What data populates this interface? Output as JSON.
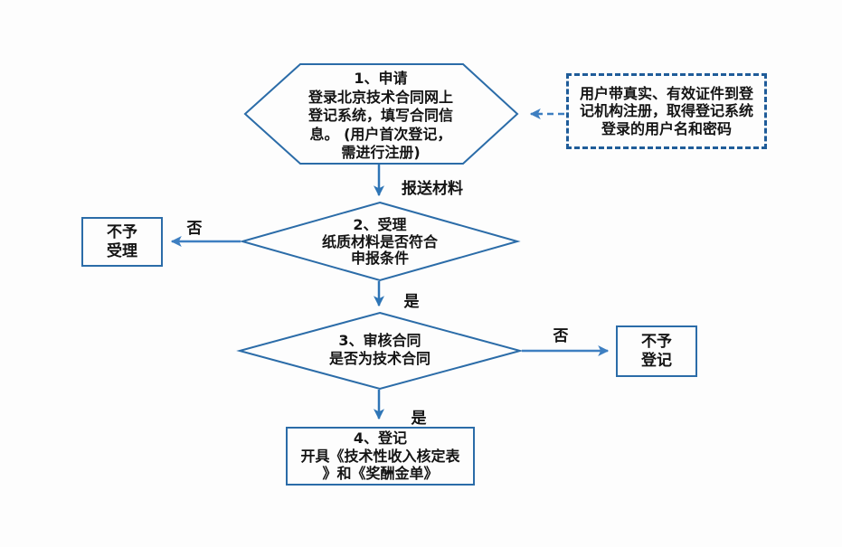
{
  "colors": {
    "shape_border": "#2b6ca8",
    "dashed_note_border": "#1f5c99",
    "arrow_blue": "#2e75b6",
    "arrow_light_blue": "#3e7fc1",
    "text": "#141414",
    "background": "#fdfdfd"
  },
  "flowchart": {
    "step1_hexagon": {
      "lines": [
        "1、申请",
        "登录北京技术合同网上",
        "登记系统，填写合同信",
        "息。 (用户首次登记，",
        "需进行注册)"
      ]
    },
    "note_box": {
      "lines": [
        "用户带真实、有效证件到登",
        "记机构注册，取得登记系统",
        "登录的用户名和密码"
      ]
    },
    "submit_label": "报送材料",
    "step2_diamond": {
      "lines": [
        "2、受理",
        "纸质材料是否符合",
        "申报条件"
      ]
    },
    "no_label_1": "否",
    "reject_accept_box": {
      "lines": [
        "不予",
        "受理"
      ]
    },
    "yes_label_1": "是",
    "step3_diamond": {
      "lines": [
        "3、审核合同",
        "是否为技术合同"
      ]
    },
    "no_label_2": "否",
    "reject_register_box": {
      "lines": [
        "不予",
        "登记"
      ]
    },
    "yes_label_2": "是",
    "step4_box": {
      "lines": [
        "4、登记",
        "开具《技术性收入核定表",
        "》和《奖酬金单》"
      ]
    }
  }
}
